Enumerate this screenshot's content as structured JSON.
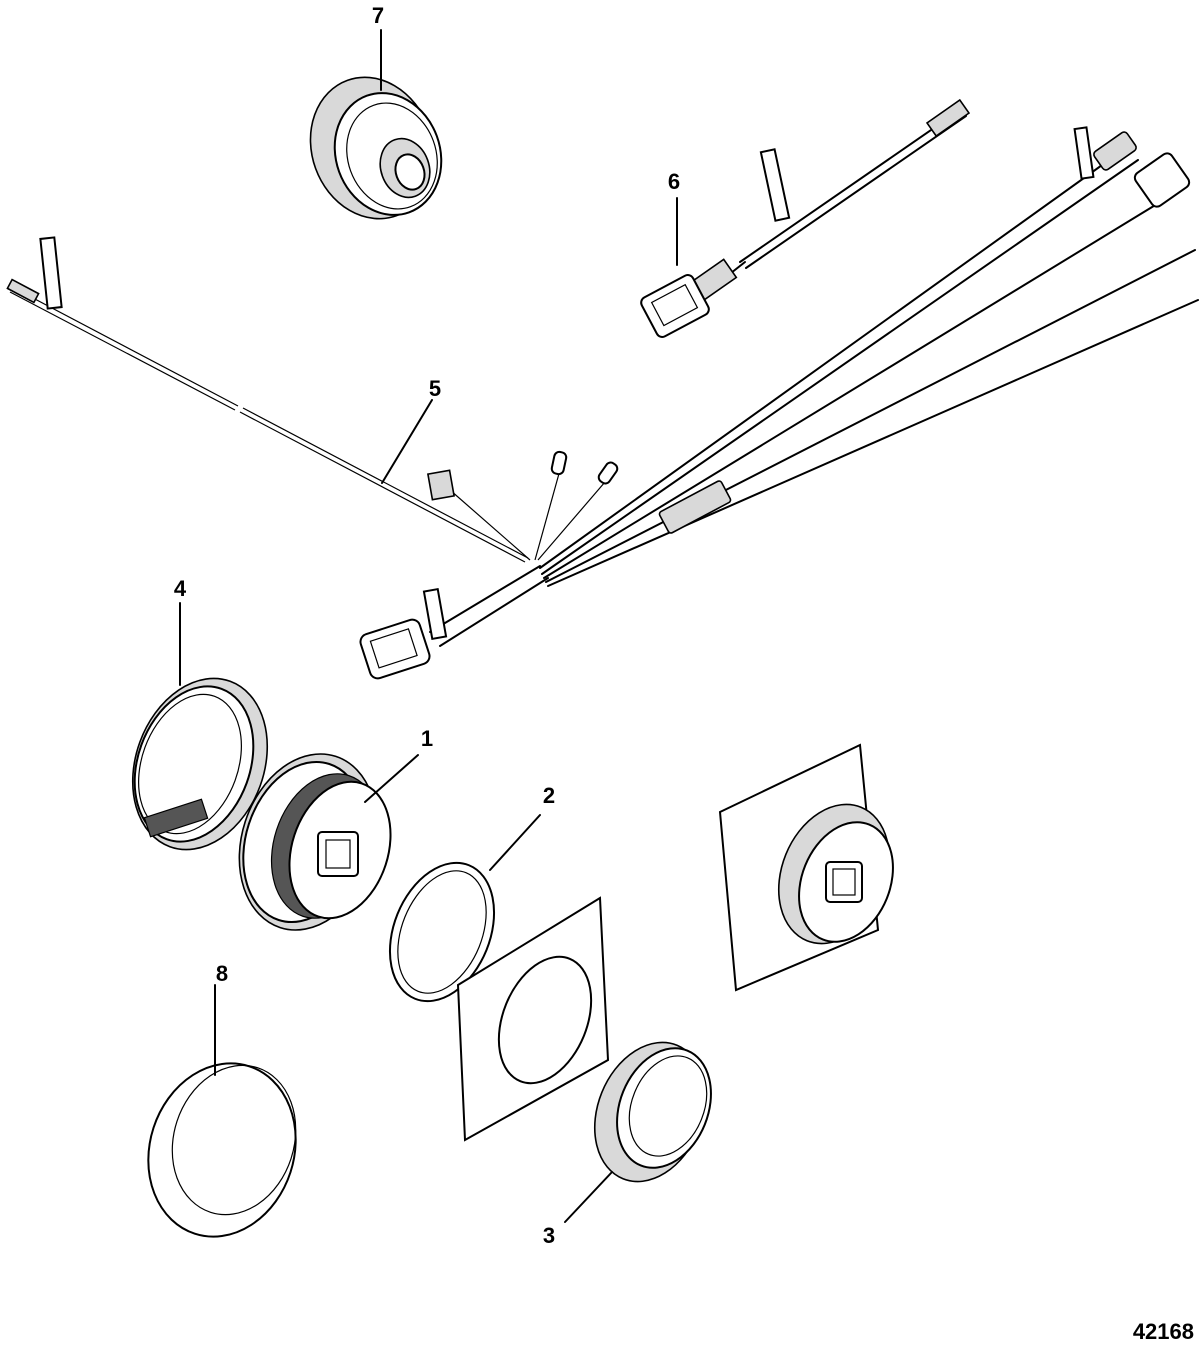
{
  "figure_number": "42168",
  "callouts": [
    {
      "id": "7",
      "part": "grommet"
    },
    {
      "id": "6",
      "part": "adapter-harness"
    },
    {
      "id": "5",
      "part": "main-wiring-harness"
    },
    {
      "id": "4",
      "part": "bezel"
    },
    {
      "id": "1",
      "part": "gauge"
    },
    {
      "id": "2",
      "part": "gasket"
    },
    {
      "id": "8",
      "part": "cover-cap"
    },
    {
      "id": "3",
      "part": "mounting-nut"
    }
  ]
}
